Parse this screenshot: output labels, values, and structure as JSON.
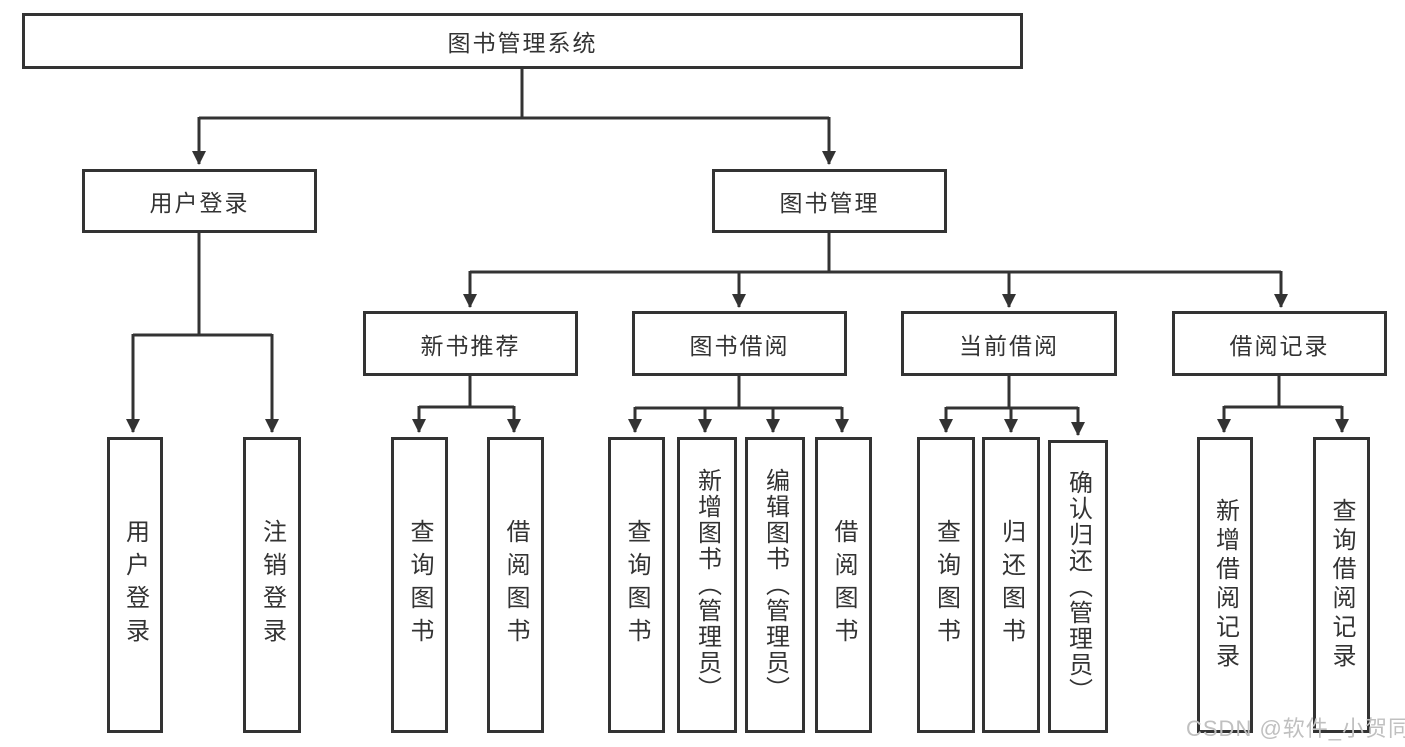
{
  "diagram_title": "图书管理系统",
  "tree": {
    "root": {
      "label": "图书管理系统"
    },
    "branches": [
      {
        "label": "用户登录",
        "children": [
          {
            "label": "用户登录"
          },
          {
            "label": "注销登录"
          }
        ]
      },
      {
        "label": "图书管理",
        "children": [
          {
            "label": "新书推荐",
            "children": [
              {
                "label": "查询图书"
              },
              {
                "label": "借阅图书"
              }
            ]
          },
          {
            "label": "图书借阅",
            "children": [
              {
                "label": "查询图书"
              },
              {
                "label": "新增图书（管理员）"
              },
              {
                "label": "编辑图书（管理员）"
              },
              {
                "label": "借阅图书"
              }
            ]
          },
          {
            "label": "当前借阅",
            "children": [
              {
                "label": "查询图书"
              },
              {
                "label": "归还图书"
              },
              {
                "label": "确认归还（管理员）"
              }
            ]
          },
          {
            "label": "借阅记录",
            "children": [
              {
                "label": "新增借阅记录"
              },
              {
                "label": "查询借阅记录"
              }
            ]
          }
        ]
      }
    ]
  },
  "watermark": {
    "text": "CSDN @软件_小贺同学"
  },
  "colors": {
    "line": "#333333",
    "text": "#333333",
    "background": "#ffffff",
    "watermark": "#c0c0c0"
  }
}
